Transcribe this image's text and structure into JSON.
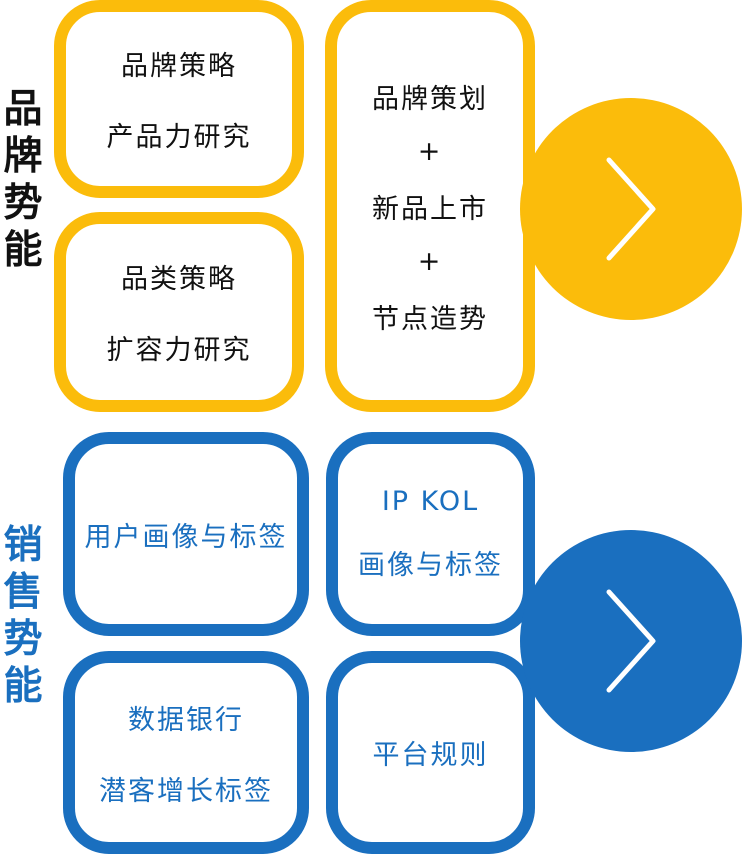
{
  "brand": {
    "side_label": [
      "品",
      "牌",
      "势",
      "能"
    ],
    "box_strategy": [
      "品牌策略",
      "产品力研究"
    ],
    "box_category": [
      "品类策略",
      "扩容力研究"
    ],
    "box_plan": [
      "品牌策划",
      "+",
      "新品上市",
      "+",
      "节点造势"
    ]
  },
  "sales": {
    "side_label": [
      "销",
      "售",
      "势",
      "能"
    ],
    "box_user": [
      "用户画像与标签"
    ],
    "box_data": [
      "数据银行",
      "潜客增长标签"
    ],
    "box_kol": [
      "IP KOL",
      "画像与标签"
    ],
    "box_platform": [
      "平台规则"
    ]
  },
  "icons": {
    "arrow_top": "chevron-right-icon",
    "arrow_bottom": "chevron-right-icon"
  },
  "colors": {
    "gold": "#fbbc0b",
    "blue": "#1a6fbf",
    "text": "#111111"
  }
}
